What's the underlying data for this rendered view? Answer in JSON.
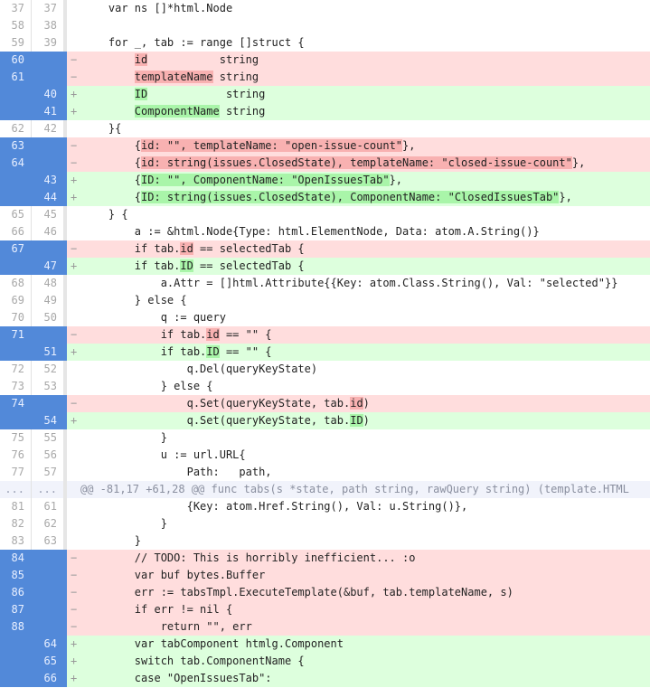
{
  "colors": {
    "gutter_changed": "#5289d9",
    "deleted_bg": "#ffdddd",
    "deleted_highlight": "#f8b1b1",
    "added_bg": "#ddffdd",
    "added_highlight": "#a9f5a9",
    "hunk_bg": "#f1f3fb"
  },
  "lines": [
    {
      "type": "ctx",
      "old": "37",
      "new": "37",
      "sign": "",
      "segs": [
        {
          "t": "    var ns []*html.Node"
        }
      ]
    },
    {
      "type": "ctx",
      "old": "58",
      "new": "38",
      "sign": "",
      "segs": [
        {
          "t": ""
        }
      ]
    },
    {
      "type": "ctx",
      "old": "59",
      "new": "39",
      "sign": "",
      "segs": [
        {
          "t": "    for _, tab := range []struct {"
        }
      ]
    },
    {
      "type": "del",
      "old": "60",
      "new": "",
      "sign": "−",
      "segs": [
        {
          "t": "        "
        },
        {
          "t": "id",
          "h": true
        },
        {
          "t": "           string"
        }
      ]
    },
    {
      "type": "del",
      "old": "61",
      "new": "",
      "sign": "−",
      "segs": [
        {
          "t": "        "
        },
        {
          "t": "templateName",
          "h": true
        },
        {
          "t": " string"
        }
      ]
    },
    {
      "type": "add",
      "old": "",
      "new": "40",
      "sign": "+",
      "segs": [
        {
          "t": "        "
        },
        {
          "t": "ID",
          "h": true
        },
        {
          "t": "            string"
        }
      ]
    },
    {
      "type": "add",
      "old": "",
      "new": "41",
      "sign": "+",
      "segs": [
        {
          "t": "        "
        },
        {
          "t": "ComponentName",
          "h": true
        },
        {
          "t": " string"
        }
      ]
    },
    {
      "type": "ctx",
      "old": "62",
      "new": "42",
      "sign": "",
      "segs": [
        {
          "t": "    }{"
        }
      ]
    },
    {
      "type": "del",
      "old": "63",
      "new": "",
      "sign": "−",
      "segs": [
        {
          "t": "        {"
        },
        {
          "t": "id: \"\", templateName: \"open-issue-count\"",
          "h": true
        },
        {
          "t": "},"
        }
      ]
    },
    {
      "type": "del",
      "old": "64",
      "new": "",
      "sign": "−",
      "segs": [
        {
          "t": "        {"
        },
        {
          "t": "id: string(issues.ClosedState), templateName: \"closed-issue-count\"",
          "h": true
        },
        {
          "t": "},"
        }
      ]
    },
    {
      "type": "add",
      "old": "",
      "new": "43",
      "sign": "+",
      "segs": [
        {
          "t": "        {"
        },
        {
          "t": "ID: \"\", ComponentName: \"OpenIssuesTab\"",
          "h": true
        },
        {
          "t": "},"
        }
      ]
    },
    {
      "type": "add",
      "old": "",
      "new": "44",
      "sign": "+",
      "segs": [
        {
          "t": "        {"
        },
        {
          "t": "ID: string(issues.ClosedState), ComponentName: \"ClosedIssuesTab\"",
          "h": true
        },
        {
          "t": "},"
        }
      ]
    },
    {
      "type": "ctx",
      "old": "65",
      "new": "45",
      "sign": "",
      "segs": [
        {
          "t": "    } {"
        }
      ]
    },
    {
      "type": "ctx",
      "old": "66",
      "new": "46",
      "sign": "",
      "segs": [
        {
          "t": "        a := &html.Node{Type: html.ElementNode, Data: atom.A.String()}"
        }
      ]
    },
    {
      "type": "del",
      "old": "67",
      "new": "",
      "sign": "−",
      "segs": [
        {
          "t": "        if tab."
        },
        {
          "t": "id",
          "h": true
        },
        {
          "t": " == selectedTab {"
        }
      ]
    },
    {
      "type": "add",
      "old": "",
      "new": "47",
      "sign": "+",
      "segs": [
        {
          "t": "        if tab."
        },
        {
          "t": "ID",
          "h": true
        },
        {
          "t": " == selectedTab {"
        }
      ]
    },
    {
      "type": "ctx",
      "old": "68",
      "new": "48",
      "sign": "",
      "segs": [
        {
          "t": "            a.Attr = []html.Attribute{{Key: atom.Class.String(), Val: \"selected\"}}"
        }
      ]
    },
    {
      "type": "ctx",
      "old": "69",
      "new": "49",
      "sign": "",
      "segs": [
        {
          "t": "        } else {"
        }
      ]
    },
    {
      "type": "ctx",
      "old": "70",
      "new": "50",
      "sign": "",
      "segs": [
        {
          "t": "            q := query"
        }
      ]
    },
    {
      "type": "del",
      "old": "71",
      "new": "",
      "sign": "−",
      "segs": [
        {
          "t": "            if tab."
        },
        {
          "t": "id",
          "h": true
        },
        {
          "t": " == \"\" {"
        }
      ]
    },
    {
      "type": "add",
      "old": "",
      "new": "51",
      "sign": "+",
      "segs": [
        {
          "t": "            if tab."
        },
        {
          "t": "ID",
          "h": true
        },
        {
          "t": " == \"\" {"
        }
      ]
    },
    {
      "type": "ctx",
      "old": "72",
      "new": "52",
      "sign": "",
      "segs": [
        {
          "t": "                q.Del(queryKeyState)"
        }
      ]
    },
    {
      "type": "ctx",
      "old": "73",
      "new": "53",
      "sign": "",
      "segs": [
        {
          "t": "            } else {"
        }
      ]
    },
    {
      "type": "del",
      "old": "74",
      "new": "",
      "sign": "−",
      "segs": [
        {
          "t": "                q.Set(queryKeyState, tab."
        },
        {
          "t": "id",
          "h": true
        },
        {
          "t": ")"
        }
      ]
    },
    {
      "type": "add",
      "old": "",
      "new": "54",
      "sign": "+",
      "segs": [
        {
          "t": "                q.Set(queryKeyState, tab."
        },
        {
          "t": "ID",
          "h": true
        },
        {
          "t": ")"
        }
      ]
    },
    {
      "type": "ctx",
      "old": "75",
      "new": "55",
      "sign": "",
      "segs": [
        {
          "t": "            }"
        }
      ]
    },
    {
      "type": "ctx",
      "old": "76",
      "new": "56",
      "sign": "",
      "segs": [
        {
          "t": "            u := url.URL{"
        }
      ]
    },
    {
      "type": "ctx",
      "old": "77",
      "new": "57",
      "sign": "",
      "segs": [
        {
          "t": "                Path:   path,"
        }
      ]
    },
    {
      "type": "hunk",
      "old": "...",
      "new": "...",
      "sign": "",
      "segs": [
        {
          "t": "@@ -81,17 +61,28 @@ func tabs(s *state, path string, rawQuery string) (template.HTML"
        }
      ]
    },
    {
      "type": "ctx",
      "old": "81",
      "new": "61",
      "sign": "",
      "segs": [
        {
          "t": "                {Key: atom.Href.String(), Val: u.String()},"
        }
      ]
    },
    {
      "type": "ctx",
      "old": "82",
      "new": "62",
      "sign": "",
      "segs": [
        {
          "t": "            }"
        }
      ]
    },
    {
      "type": "ctx",
      "old": "83",
      "new": "63",
      "sign": "",
      "segs": [
        {
          "t": "        }"
        }
      ]
    },
    {
      "type": "del",
      "old": "84",
      "new": "",
      "sign": "−",
      "segs": [
        {
          "t": "        // TODO: This is horribly inefficient... :o"
        }
      ]
    },
    {
      "type": "del",
      "old": "85",
      "new": "",
      "sign": "−",
      "segs": [
        {
          "t": "        var buf bytes.Buffer"
        }
      ]
    },
    {
      "type": "del",
      "old": "86",
      "new": "",
      "sign": "−",
      "segs": [
        {
          "t": "        err := tabsTmpl.ExecuteTemplate(&buf, tab.templateName, s)"
        }
      ]
    },
    {
      "type": "del",
      "old": "87",
      "new": "",
      "sign": "−",
      "segs": [
        {
          "t": "        if err != nil {"
        }
      ]
    },
    {
      "type": "del",
      "old": "88",
      "new": "",
      "sign": "−",
      "segs": [
        {
          "t": "            return \"\", err"
        }
      ]
    },
    {
      "type": "add",
      "old": "",
      "new": "64",
      "sign": "+",
      "segs": [
        {
          "t": "        var tabComponent htmlg.Component"
        }
      ]
    },
    {
      "type": "add",
      "old": "",
      "new": "65",
      "sign": "+",
      "segs": [
        {
          "t": "        switch tab.ComponentName {"
        }
      ]
    },
    {
      "type": "add",
      "old": "",
      "new": "66",
      "sign": "+",
      "segs": [
        {
          "t": "        case \"OpenIssuesTab\":"
        }
      ]
    }
  ]
}
